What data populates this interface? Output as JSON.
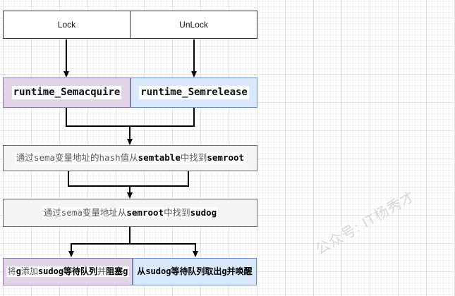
{
  "watermark": {
    "text": "公众号: IT杨秀才"
  },
  "diagram": {
    "nodes": {
      "lock": {
        "label": "Lock"
      },
      "unlock": {
        "label": "UnLock"
      },
      "semacquire": {
        "label": "runtime_Semacquire"
      },
      "semrelease": {
        "label": "runtime_Semrelease"
      },
      "find_semroot": {
        "label": "通过sema变量地址的hash值从semtable中找到semroot",
        "segments": [
          {
            "text": "通过sema变量地址的hash值从",
            "strong": false
          },
          {
            "text": "semtable",
            "strong": true
          },
          {
            "text": "中找到",
            "strong": false
          },
          {
            "text": "semroot",
            "strong": true
          }
        ]
      },
      "find_sudog": {
        "label": "通过sema变量地址从semroot中找到sudog",
        "segments": [
          {
            "text": "通过sema变量地址从",
            "strong": false
          },
          {
            "text": "semroot",
            "strong": true
          },
          {
            "text": "中找到",
            "strong": false
          },
          {
            "text": "sudog",
            "strong": true
          }
        ]
      },
      "block_g": {
        "label": "将g添加sudog等待队列并阻塞g",
        "segments": [
          {
            "text": "将",
            "strong": false
          },
          {
            "text": "g",
            "strong": true
          },
          {
            "text": "添加",
            "strong": false
          },
          {
            "text": "sudog等待队列",
            "strong": true
          },
          {
            "text": "并",
            "strong": false
          },
          {
            "text": "阻塞g",
            "strong": true
          }
        ]
      },
      "wake_g": {
        "label": "从sudog等待队列取出g并唤醒",
        "segments": [
          {
            "text": "从sudog等待队列取出g并唤醒",
            "strong": true
          }
        ]
      }
    },
    "edges": [
      {
        "from": "Lock",
        "to": "runtime_Semacquire"
      },
      {
        "from": "UnLock",
        "to": "runtime_Semrelease"
      },
      {
        "from": "runtime_Semacquire",
        "to": "通过sema变量地址的hash值从semtable中找到semroot"
      },
      {
        "from": "runtime_Semrelease",
        "to": "通过sema变量地址的hash值从semtable中找到semroot"
      },
      {
        "from": "通过sema变量地址的hash值从semtable中找到semroot",
        "to": "通过sema变量地址从semroot中找到sudog"
      },
      {
        "from": "通过sema变量地址从semroot中找到sudog",
        "to": "将g添加sudog等待队列并阻塞g"
      },
      {
        "from": "通过sema变量地址从semroot中找到sudog",
        "to": "从sudog等待队列取出g并唤醒"
      }
    ],
    "colors": {
      "purple_fill": "#e1d5e7",
      "purple_stroke": "#9673a6",
      "blue_fill": "#dae8fc",
      "blue_stroke": "#6c8ebf",
      "gray_fill": "#f5f5f5",
      "gray_stroke": "#666666",
      "white_fill": "#ffffff",
      "dark_stroke": "#333333",
      "edge_line": "#000000",
      "watermark_text": "#d7d7d7"
    }
  }
}
